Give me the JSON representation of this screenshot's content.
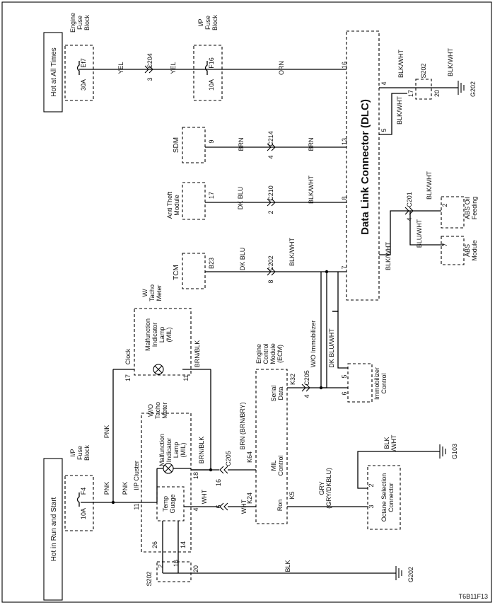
{
  "figure_id": "T6B11F13",
  "sources": {
    "hot_at_all_times": "Hot at All Times",
    "hot_in_run_start": "Hot in Run and Start"
  },
  "fuses": {
    "engine_block": [
      "Engine",
      "Fuse",
      "Block"
    ],
    "ef7_rating": "30A",
    "ef7_name": "Ef7",
    "ip_block_top": [
      "I/P",
      "Fuse",
      "Block"
    ],
    "f16_rating": "10A",
    "f16_name": "F16",
    "ip_block_bottom": [
      "I/P",
      "Fuse",
      "Block"
    ],
    "f4_rating": "10A",
    "f4_name": "F4"
  },
  "wires": {
    "yel": "YEL",
    "orn": "ORN",
    "blk_wht": "BLK/WHT",
    "brn": "BRN",
    "dk_blu": "DK BLU",
    "pnk": "PNK",
    "brn_blk": "BRN/BLK",
    "wht": "WHT",
    "brn_bry": "BRN (BRN/BRY)",
    "gry": "GRY",
    "gry_dkblu": "(GRY/DKBLU)",
    "blk": "BLK",
    "blk_wht_split": [
      "BLK",
      "/WHT"
    ],
    "wo_immobilizer": "W/O Immobilizer",
    "dk_blu_wht": "DK BLU/WHT",
    "blu_wht": "BLU/WHT"
  },
  "connectors": {
    "c204": "C204",
    "c214": "C214",
    "c210": "C210",
    "c202": "C202",
    "c201": "C201",
    "c205_a": "C205",
    "c205_b": "C205",
    "s202_top": "S202",
    "s202_bottom": "S202"
  },
  "grounds": {
    "g202_top": "G202",
    "g202_bottom": "G202",
    "g103": "G103"
  },
  "components": {
    "dlc": "Data Link Connector (DLC)",
    "sdm": "SDM",
    "anti_theft": [
      "Anti Theft",
      "Module"
    ],
    "tcm": "TCM",
    "abs_oil": [
      "ABS Oil",
      "Feeding"
    ],
    "abs_module": [
      "ABS",
      "Module"
    ],
    "immobilizer": [
      "Immobilizer",
      "Control"
    ],
    "ecm": [
      "Engine",
      "Control",
      "Module",
      "(ECM)"
    ],
    "serial_data": [
      "Serial",
      "Data"
    ],
    "mil_control": [
      "MIL",
      "Control"
    ],
    "ron": "Ron",
    "octane": [
      "Octane Selection",
      "Connector"
    ],
    "clock": "Clock",
    "mil_top": [
      "Malfunction",
      "Indicator",
      "Lamp",
      "(MIL)"
    ],
    "w_tacho": [
      "W/",
      "Tacho",
      "Meter"
    ],
    "mil_bottom": [
      "Malfunction",
      "Indicator",
      "Lamp",
      "(MIL)"
    ],
    "wo_tacho": [
      "W/O",
      "Tacho",
      "Meter"
    ],
    "ip_cluster": "I/P Cluster",
    "temp_gauge": [
      "Temp",
      "Guage"
    ]
  },
  "pins": {
    "c204_3": "3",
    "dlc_16": "16",
    "dlc_4": "4",
    "s202_17": "17",
    "s202_20": "20",
    "dlc_5": "5",
    "sdm_9": "9",
    "c214_4": "4",
    "dlc_13": "13",
    "at_17": "17",
    "c210_2": "2",
    "dlc_8": "8",
    "abs_2": "2",
    "c201_4": "4",
    "abs_7": "7",
    "tcm_b23": "B23",
    "c202_8": "8",
    "dlc_7": "7",
    "imm_5": "5",
    "imm_6": "6",
    "ecm_k32": "K32",
    "c205_4": "4",
    "clk_17": "17",
    "clk_11": "11",
    "cl_11": "11",
    "cl_18": "18",
    "cl_4": "4",
    "c205_16": "16",
    "ecm_k64": "K64",
    "c205_6": "6",
    "ecm_k24": "K24",
    "ecm_k5": "K5",
    "oct_2": "2",
    "oct_3": "3",
    "cl_26": "26",
    "cl_14": "14",
    "s202b_2": "2",
    "s202b_16": "16",
    "s202b_20": "20"
  }
}
